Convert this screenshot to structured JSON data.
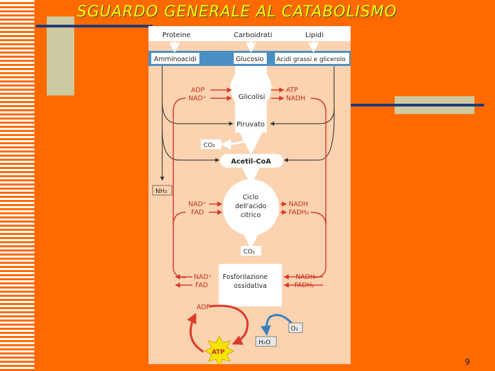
{
  "slide": {
    "title": "SGUARDO GENERALE AL CATABOLISMO",
    "page_number": "9"
  },
  "diagram": {
    "top_row": [
      "Proteine",
      "Carboidrati",
      "Lipidi"
    ],
    "second_row": [
      "Amminoacidi",
      "Glucosio",
      "Acidi grassi e glicerolo"
    ],
    "glycolysis": {
      "left_inputs": [
        "ADP",
        "NAD⁺"
      ],
      "right_outputs": [
        "ATP",
        "NADH"
      ],
      "label": "Glicolisi",
      "product": "Piruvato"
    },
    "co2_1": "CO₂",
    "acetyl_coa": "Acetil-CoA",
    "nh3": "NH₃",
    "citric_cycle": {
      "label_line1": "Ciclo",
      "label_line2": "dell'acido",
      "label_line3": "citrico",
      "left_inputs": [
        "NAD⁺",
        "FAD"
      ],
      "right_inputs": [
        "NADH",
        "FADH₂"
      ]
    },
    "co2_2": "CO₂",
    "oxphos": {
      "label_line1": "Fosforilazione",
      "label_line2": "ossidativa",
      "left_outputs": [
        "NAD⁺",
        "FAD"
      ],
      "right_inputs": [
        "NADH",
        "FADH₂"
      ]
    },
    "adp": "ADP",
    "atp": "ATP",
    "o2": "O₂",
    "h2o": "H₂O"
  },
  "colors": {
    "background": "#ff6a00",
    "title": "#ffff00",
    "figure_bg": "#fcd3b0",
    "header_blue": "#4a90c4",
    "arrow_red": "#d93b2a",
    "arrow_blue": "#3a7fc0",
    "node_white": "#ffffff"
  }
}
